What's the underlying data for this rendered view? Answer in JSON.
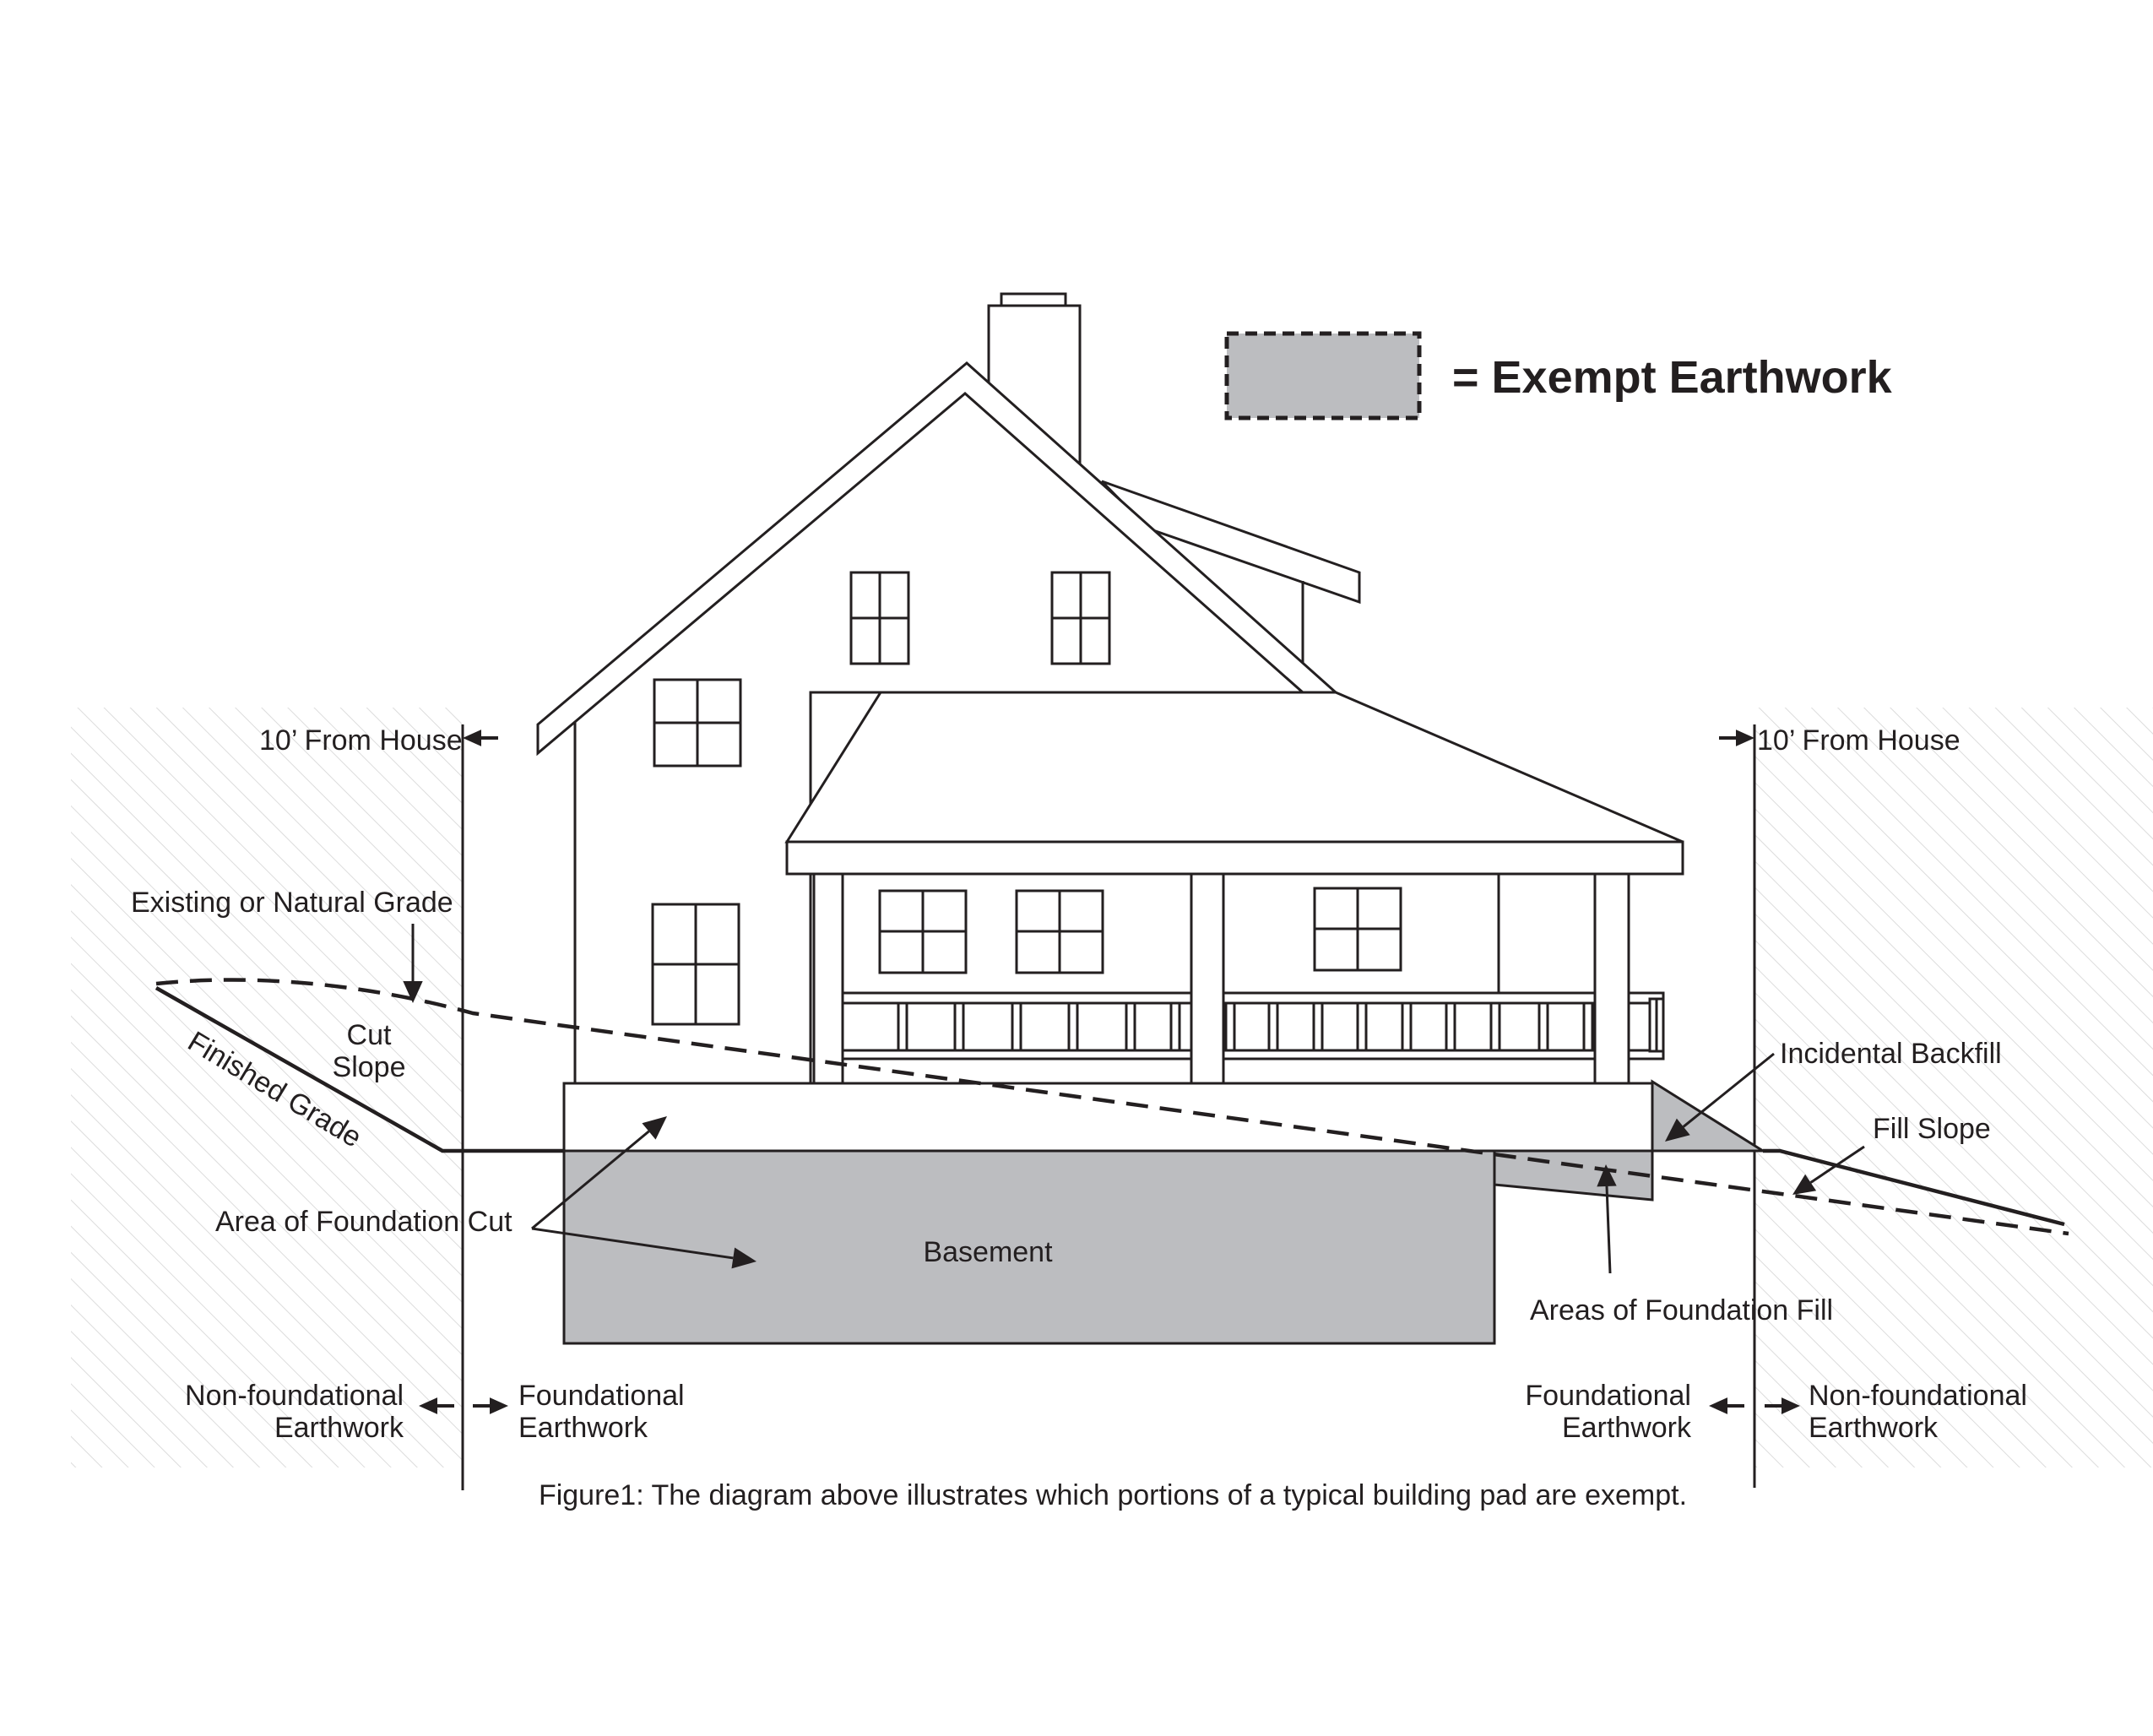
{
  "legend": {
    "swatch_color": "#bcbdc0",
    "label": "= Exempt Earthwork"
  },
  "labels": {
    "ten_ft_left": "10’ From House",
    "ten_ft_right": "10’ From House",
    "existing_grade": "Existing or Natural Grade",
    "cut_slope_line1": "Cut",
    "cut_slope_line2": "Slope",
    "finished_grade": "Finished Grade",
    "area_foundation_cut": "Area of Foundation Cut",
    "basement": "Basement",
    "incidental_backfill": "Incidental Backfill",
    "fill_slope": "Fill Slope",
    "areas_foundation_fill": "Areas of Foundation Fill",
    "nonfoundational_left_line1": "Non-foundational",
    "nonfoundational_left_line2": "Earthwork",
    "foundational_left_line1": "Foundational",
    "foundational_left_line2": "Earthwork",
    "foundational_right_line1": "Foundational",
    "foundational_right_line2": "Earthwork",
    "nonfoundational_right_line1": "Non-foundational",
    "nonfoundational_right_line2": "Earthwork"
  },
  "caption": "Figure1: The diagram above illustrates which portions of a typical building pad are exempt.",
  "colors": {
    "ink": "#231f20",
    "exempt_fill": "#bcbdc0",
    "hatch": "#dcdcdc"
  }
}
